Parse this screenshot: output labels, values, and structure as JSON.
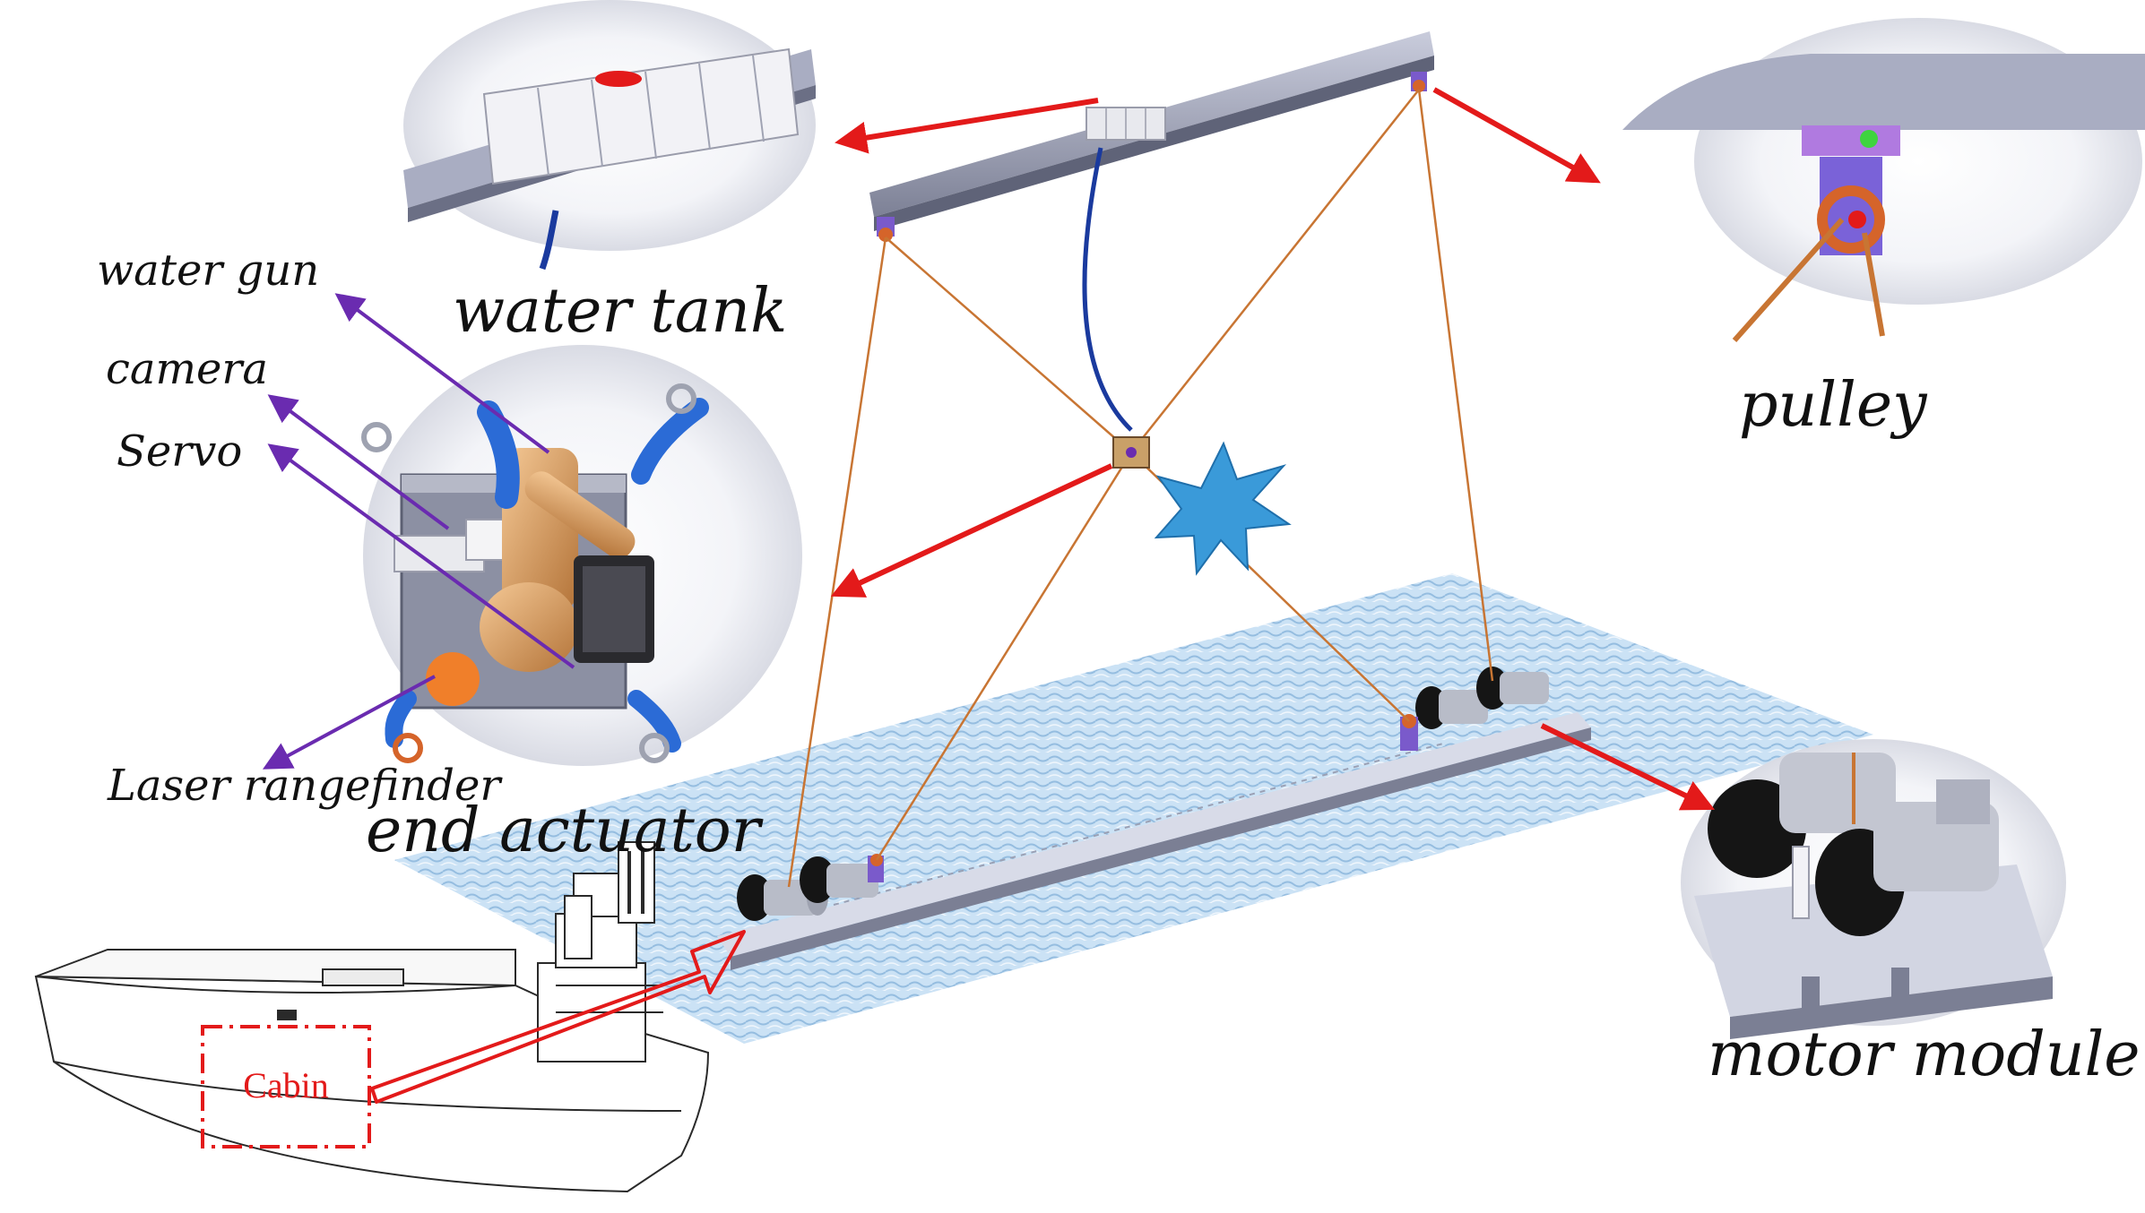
{
  "labels": {
    "water_tank": "water tank",
    "pulley": "pulley",
    "end_actuator": "end actuator",
    "motor_module": "motor module",
    "water_gun": "water gun",
    "camera": "camera",
    "servo": "Servo",
    "laser_rangefinder": "Laser rangefinder",
    "cabin": "Cabin"
  },
  "colors": {
    "callout_arrow": "#e31a1a",
    "pointer_line": "#6a2bb0",
    "cable": "#c87533",
    "hose": "#1a3a9e",
    "beam": "#8b8fa8",
    "water": "#a9cbe8",
    "burst": "#3a9ad9",
    "cabin": "#e31a1a",
    "brass": "#d9a066",
    "laser": "#f07f2a"
  },
  "icons": [
    "burst-icon",
    "pulley-icon",
    "motor-icon",
    "water-tank-icon",
    "ship-icon"
  ]
}
